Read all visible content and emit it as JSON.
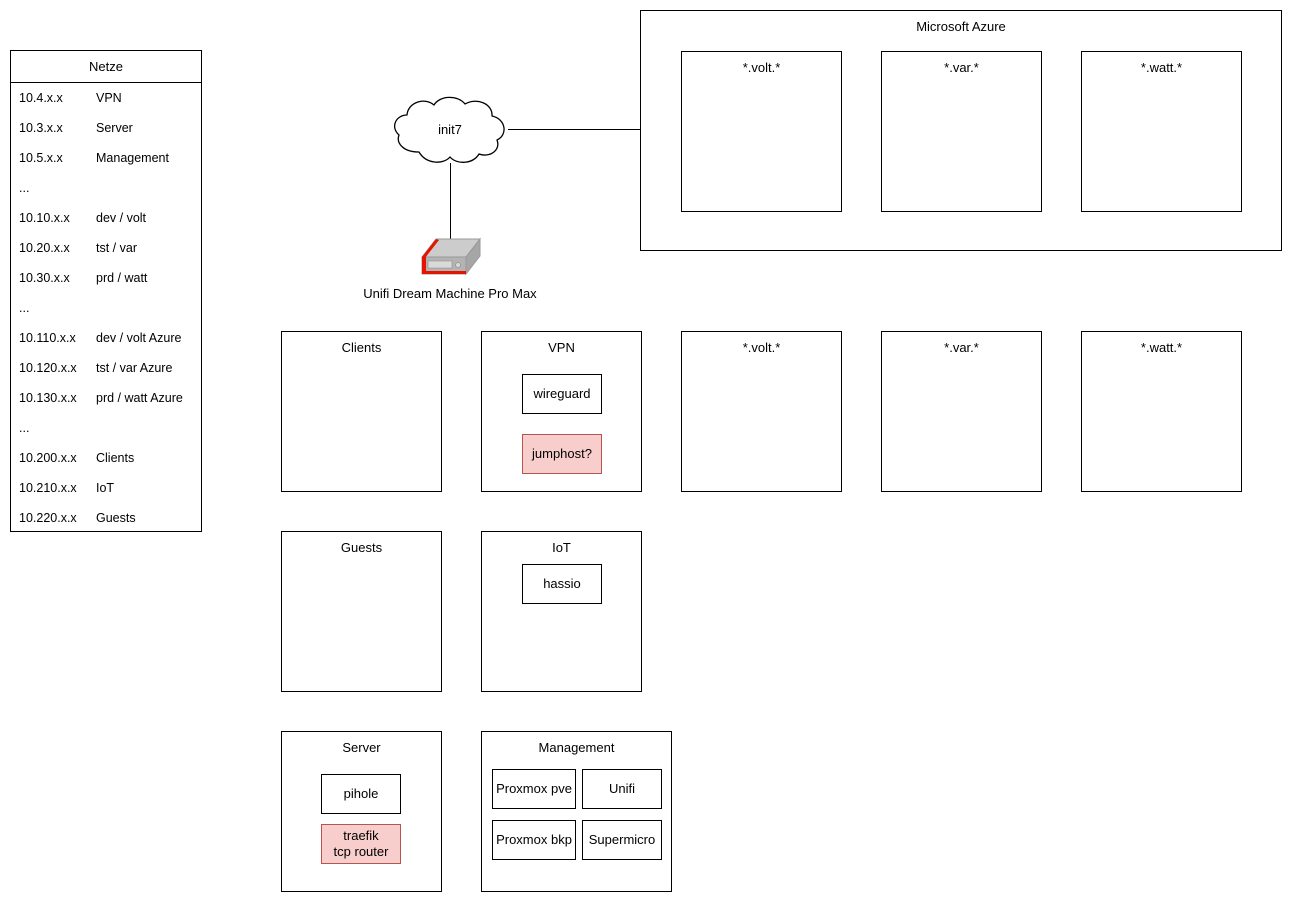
{
  "legend": {
    "title": "Netze",
    "rows": [
      {
        "cidr": "10.4.x.x",
        "name": "VPN"
      },
      {
        "cidr": "10.3.x.x",
        "name": "Server"
      },
      {
        "cidr": "10.5.x.x",
        "name": "Management"
      },
      {
        "cidr": "...",
        "name": ""
      },
      {
        "cidr": "10.10.x.x",
        "name": "dev / volt"
      },
      {
        "cidr": "10.20.x.x",
        "name": "tst / var"
      },
      {
        "cidr": "10.30.x.x",
        "name": "prd / watt"
      },
      {
        "cidr": "...",
        "name": ""
      },
      {
        "cidr": "10.110.x.x",
        "name": "dev / volt Azure"
      },
      {
        "cidr": "10.120.x.x",
        "name": "tst / var Azure"
      },
      {
        "cidr": "10.130.x.x",
        "name": "prd / watt Azure"
      },
      {
        "cidr": "...",
        "name": ""
      },
      {
        "cidr": "10.200.x.x",
        "name": "Clients"
      },
      {
        "cidr": "10.210.x.x",
        "name": "IoT"
      },
      {
        "cidr": "10.220.x.x",
        "name": "Guests"
      }
    ]
  },
  "cloud": {
    "label": "init7"
  },
  "router": {
    "label": "Unifi Dream Machine Pro Max"
  },
  "azure": {
    "title": "Microsoft Azure",
    "zones": [
      {
        "title": "*.volt.*"
      },
      {
        "title": "*.var.*"
      },
      {
        "title": "*.watt.*"
      }
    ]
  },
  "groups": [
    {
      "title": "Clients",
      "nodes": []
    },
    {
      "title": "VPN",
      "nodes": [
        {
          "label": "wireguard",
          "highlight": false
        },
        {
          "label": "jumphost?",
          "highlight": true
        }
      ]
    },
    {
      "title": "*.volt.*",
      "nodes": []
    },
    {
      "title": "*.var.*",
      "nodes": []
    },
    {
      "title": "*.watt.*",
      "nodes": []
    },
    {
      "title": "Guests",
      "nodes": []
    },
    {
      "title": "IoT",
      "nodes": [
        {
          "label": "hassio",
          "highlight": false
        }
      ]
    },
    {
      "title": "Server",
      "nodes": [
        {
          "label": "pihole",
          "highlight": false
        },
        {
          "label": "traefik\ntcp router",
          "highlight": true
        }
      ]
    },
    {
      "title": "Management",
      "nodes": [
        {
          "label": "Proxmox pve",
          "highlight": false
        },
        {
          "label": "Unifi",
          "highlight": false
        },
        {
          "label": "Proxmox bkp",
          "highlight": false
        },
        {
          "label": "Supermicro",
          "highlight": false
        }
      ]
    }
  ],
  "colors": {
    "stroke": "#000000",
    "background": "#ffffff",
    "highlight_fill": "#f8cecc",
    "highlight_stroke": "#b85450",
    "device_body": "#b3b3b3",
    "device_top": "#cccccc",
    "device_accent": "#e51400"
  }
}
